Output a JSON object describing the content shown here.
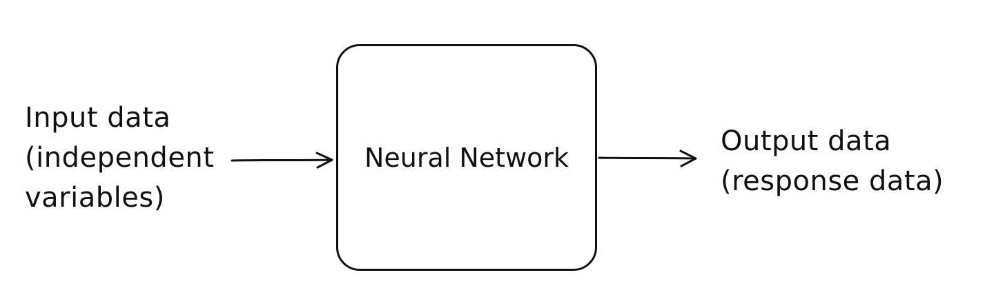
{
  "diagram": {
    "input": {
      "lines": [
        "Input data",
        "(independent",
        "variables)"
      ]
    },
    "node": {
      "label": "Neural Network"
    },
    "output": {
      "lines": [
        "Output data",
        "(response data)"
      ]
    },
    "colors": {
      "ink": "#111111",
      "background": "#ffffff"
    }
  }
}
